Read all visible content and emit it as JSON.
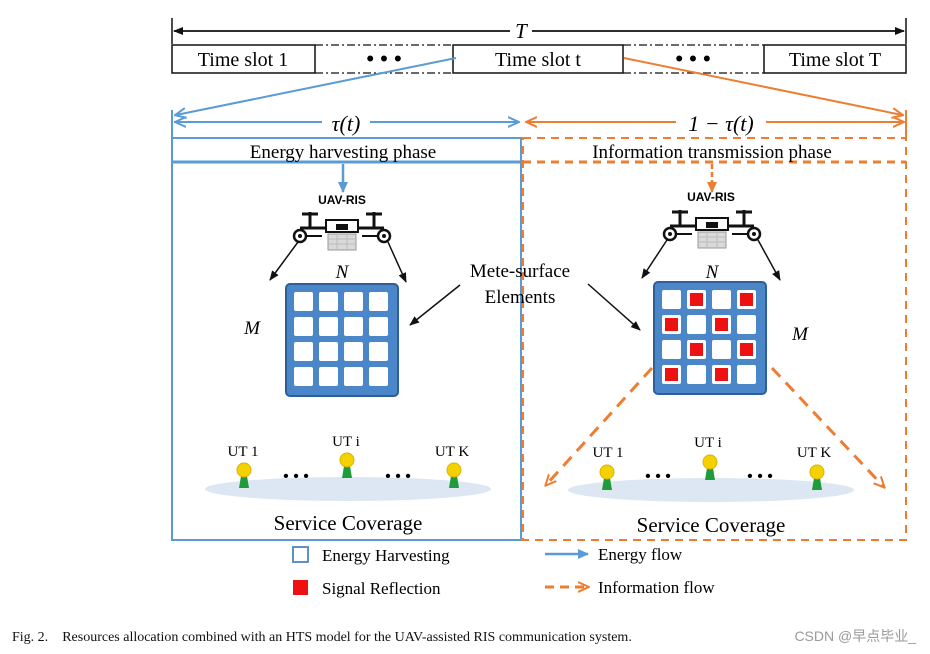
{
  "timeline": {
    "total_label": "T",
    "slot_first": "Time slot 1",
    "slot_middle": "Time slot t",
    "slot_last": "Time slot T",
    "ellipsis": "• • •"
  },
  "phases": {
    "left_duration": "τ(t)",
    "right_duration": "1 − τ(t)",
    "left_title": "Energy harvesting phase",
    "right_title": "Information transmission phase"
  },
  "uav": {
    "label": "UAV-RIS"
  },
  "surface": {
    "annotation_line1": "Mete-surface",
    "annotation_line2": "Elements",
    "rows_symbol": "M",
    "cols_symbol": "N",
    "left_reflect_cells": [],
    "right_reflect_cells": [
      [
        0,
        1
      ],
      [
        0,
        3
      ],
      [
        1,
        0
      ],
      [
        1,
        2
      ],
      [
        2,
        1
      ],
      [
        2,
        3
      ],
      [
        3,
        0
      ],
      [
        3,
        2
      ]
    ]
  },
  "users": {
    "first": "UT 1",
    "middle": "UT i",
    "last": "UT K",
    "dots": "• • •"
  },
  "coverage_label": "Service Coverage",
  "legend": {
    "harvest": "Energy Harvesting",
    "reflect": "Signal Reflection",
    "energy_flow": "Energy flow",
    "info_flow": "Information flow"
  },
  "caption": {
    "label": "Fig. 2.",
    "text": "Resources allocation combined with an HTS model for the UAV-assisted RIS communication system."
  },
  "watermark": "CSDN @早点毕业_",
  "colors": {
    "energy": "#5b9bd5",
    "info": "#ed7d31",
    "surface_fill": "#4a86c8",
    "surface_stroke": "#2e5f99",
    "reflect": "#ee1111",
    "user_head": "#f5d100",
    "user_body": "#1f9b3a",
    "ellipse": "#dce7f3"
  }
}
